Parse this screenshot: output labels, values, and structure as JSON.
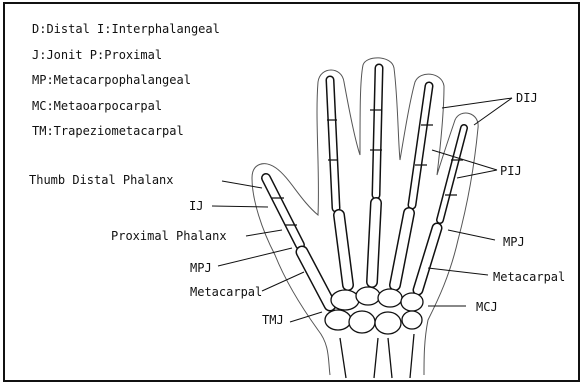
{
  "legend": [
    "D:Distal I:Interphalangeal",
    "J:Jonit P:Proximal",
    "MP:Metacarpophalangeal",
    "MC:Metaoarpocarpal",
    "TM:Trapeziometacarpal"
  ],
  "labels": {
    "dij": "DIJ",
    "pij": "PIJ",
    "mpj_right": "MPJ",
    "metacarpal_right": "Metacarpal",
    "mcj": "MCJ",
    "thumb_distal_phalanx": "Thumb Distal Phalanx",
    "ij": "IJ",
    "proximal_phalanx": "Proximal Phalanx",
    "mpj_left": "MPJ",
    "metacarpal_left": "Metacarpal",
    "tmj": "TMJ"
  }
}
